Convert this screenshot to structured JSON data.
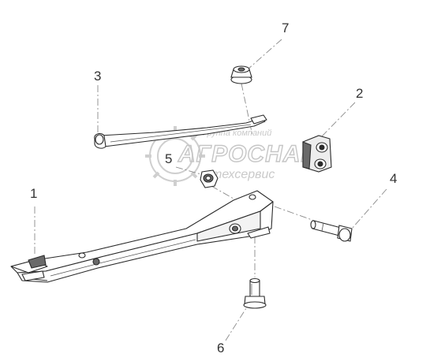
{
  "callouts": [
    {
      "id": "1",
      "label": "1"
    },
    {
      "id": "2",
      "label": "2"
    },
    {
      "id": "3",
      "label": "3"
    },
    {
      "id": "4",
      "label": "4"
    },
    {
      "id": "5",
      "label": "5"
    },
    {
      "id": "6",
      "label": "6"
    },
    {
      "id": "7",
      "label": "7"
    }
  ],
  "watermark": {
    "top_text": "Группа компаний",
    "brand": "АГРОСНАБ",
    "bottom_text": "техсервис"
  },
  "colors": {
    "line": "#2a2a2a",
    "leader": "#8a8a8a",
    "shade": "#6a6a6a",
    "watermark": "#c9c9c9"
  }
}
